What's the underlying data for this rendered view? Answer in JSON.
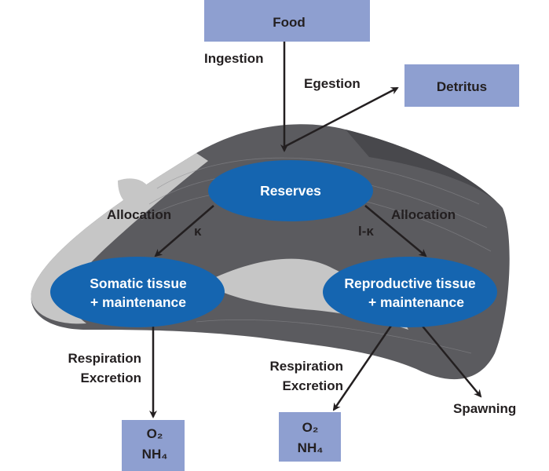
{
  "nodes": {
    "food": "Food",
    "detritus": "Detritus",
    "reserves": "Reserves",
    "somatic": {
      "line1": "Somatic tissue",
      "line2": "+ maintenance"
    },
    "reproductive": {
      "line1": "Reproductive tissue",
      "line2": "+ maintenance"
    },
    "outputs_left": {
      "line1": "O₂",
      "line2": "NH₄"
    },
    "outputs_right": {
      "line1": "O₂",
      "line2": "NH₄"
    }
  },
  "edges": {
    "ingestion": "Ingestion",
    "egestion": "Egestion",
    "allocation_left": "Allocation",
    "kappa": "κ",
    "allocation_right": "Allocation",
    "one_minus_kappa": "l-κ",
    "respiration_left": "Respiration",
    "excretion_left": "Excretion",
    "respiration_right": "Respiration",
    "excretion_right": "Excretion",
    "spawning": "Spawning"
  },
  "colors": {
    "box": "#8e9fd0",
    "ellipse": "#1565b0",
    "shell_dark": "#5b5b5f",
    "shell_light": "#c6c6c6"
  }
}
